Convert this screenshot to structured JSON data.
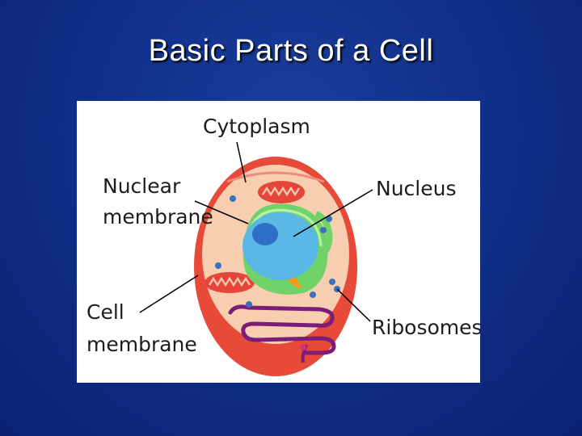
{
  "slide": {
    "title": "Basic Parts of a Cell"
  },
  "diagram": {
    "labels": {
      "cytoplasm": "Cytoplasm",
      "nuclear_membrane_line1": "Nuclear",
      "nuclear_membrane_line2": "membrane",
      "nucleus": "Nucleus",
      "cell_membrane_line1": "Cell",
      "cell_membrane_line2": "membrane",
      "ribosomes": "Ribosomes"
    },
    "colors": {
      "background": "#10308a",
      "cell_membrane": "#e84a3a",
      "cytoplasm": "#f7ceb0",
      "endoplasmic_reticulum": "#6fd36a",
      "nucleus": "#5bb8e6",
      "nucleolus": "#2f6fc7",
      "mitochondria": "#e6453a",
      "ribosome": "#3a70c0",
      "golgi": "#7a1d78",
      "vacuole": "#f39a1a"
    }
  }
}
